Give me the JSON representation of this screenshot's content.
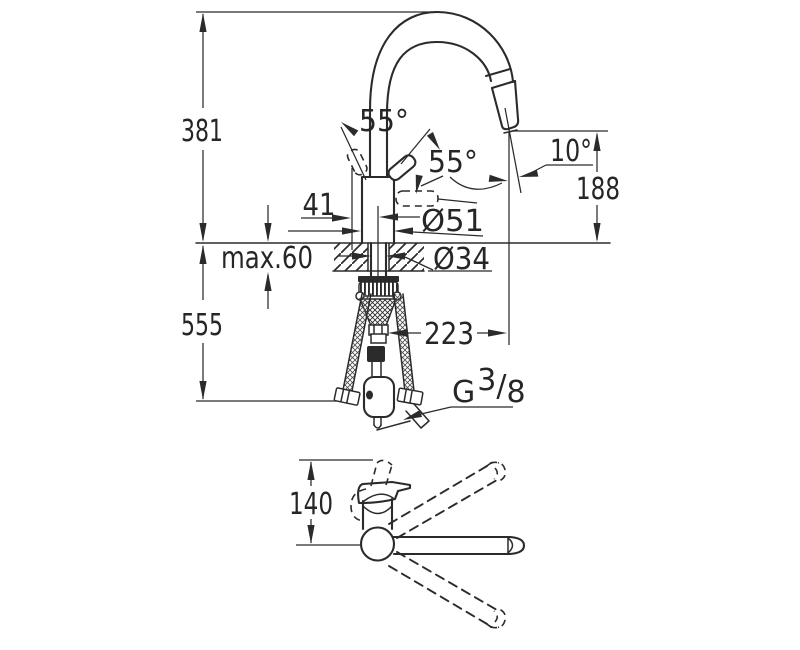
{
  "drawing": {
    "type": "technical-dimension-drawing",
    "views": [
      "front-elevation",
      "top-plan"
    ],
    "colors": {
      "ink": "#2b2b2b",
      "background": "#ffffff"
    },
    "labels": {
      "height_total": "381",
      "depth_below": "555",
      "deck_thickness": "max.60",
      "body_offset": "41",
      "base_diameter": "Ø51",
      "hole_diameter": "Ø34",
      "spout_reach": "223",
      "spout_clearance": "188",
      "head_angle": "10°",
      "handle_angle_main": "55°",
      "handle_angle_side": "55°",
      "thread_prefix": "G",
      "thread_numerator": "3",
      "thread_slash": "/",
      "thread_denominator": "8",
      "top_view_height": "140"
    }
  }
}
